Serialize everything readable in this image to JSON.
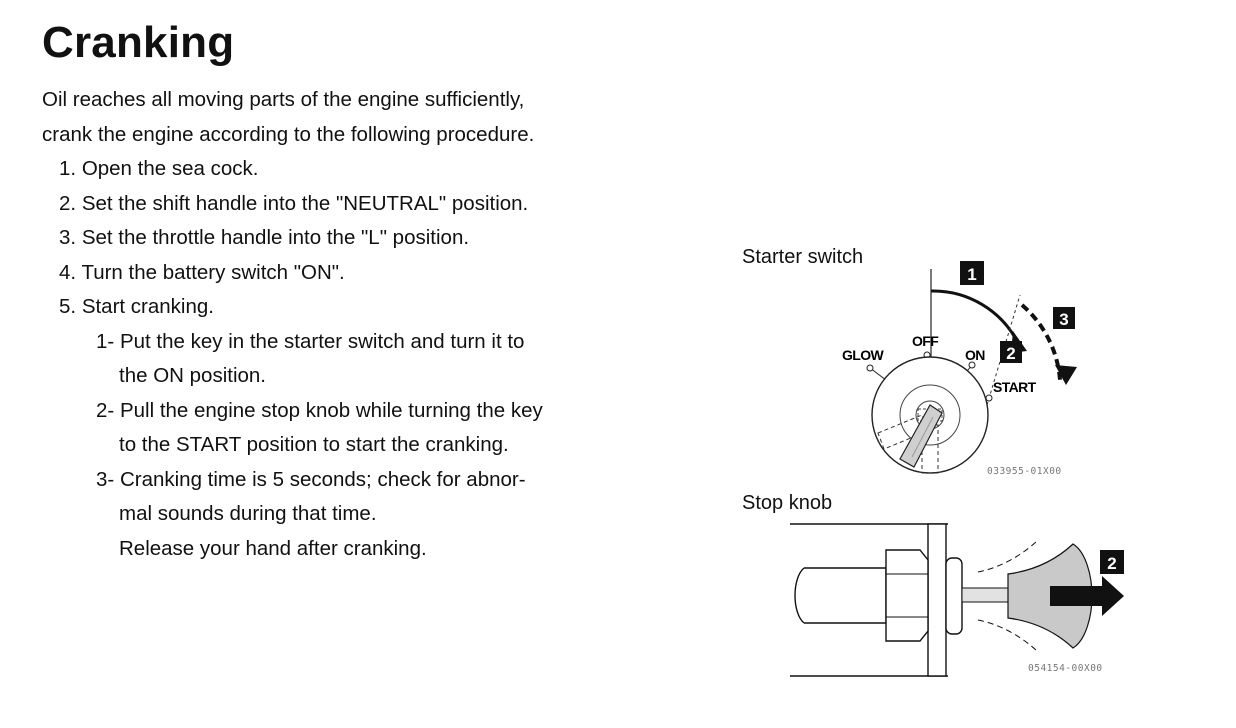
{
  "title": "Cranking",
  "intro": [
    "Oil reaches all moving parts of the engine sufficiently,",
    "crank the engine according to the following procedure."
  ],
  "steps": [
    {
      "num": "1.",
      "text": "Open the sea cock."
    },
    {
      "num": "2.",
      "text": "Set the shift handle into the \"NEUTRAL\" position."
    },
    {
      "num": "3.",
      "text": "Set the throttle handle into the \"L\" position."
    },
    {
      "num": "4.",
      "text": "Turn the battery switch \"ON\"."
    },
    {
      "num": "5.",
      "text": "Start cranking."
    }
  ],
  "substeps": [
    {
      "num": "1-",
      "lines": [
        "Put the key in the starter switch and turn it to",
        "the ON position."
      ]
    },
    {
      "num": "2-",
      "lines": [
        "Pull the engine stop knob while turning the key",
        "to the START position to start the cranking."
      ]
    },
    {
      "num": "3-",
      "lines": [
        "Cranking time is 5 seconds; check for abnor-",
        "mal sounds during that time.",
        "Release your hand after cranking."
      ]
    }
  ],
  "figures": {
    "starter": {
      "label": "Starter switch",
      "positions": [
        "GLOW",
        "OFF",
        "ON",
        "START"
      ],
      "badges": [
        "1",
        "2",
        "3"
      ],
      "code": "033955-01X00"
    },
    "stop": {
      "label": "Stop knob",
      "badge": "2",
      "code": "054154-00X00"
    }
  }
}
